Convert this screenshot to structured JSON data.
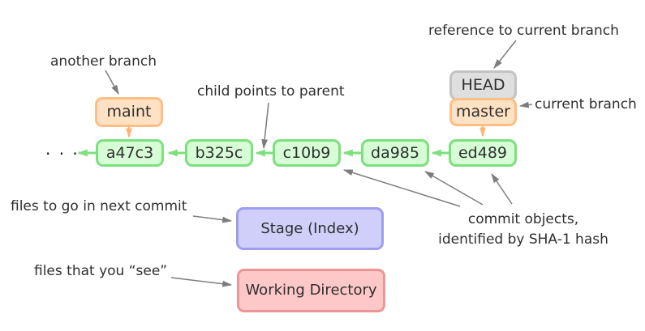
{
  "diagram": {
    "title_hint": "git commit history diagram",
    "ellipsis": "· · ·",
    "commits": [
      {
        "id": "a47c3"
      },
      {
        "id": "b325c"
      },
      {
        "id": "c10b9"
      },
      {
        "id": "da985"
      },
      {
        "id": "ed489"
      }
    ],
    "refs": {
      "maint": "maint",
      "head": "HEAD",
      "master": "master"
    },
    "areas": {
      "stage": "Stage (Index)",
      "working": "Working Directory"
    },
    "annotations": {
      "another_branch": "another branch",
      "child_points_to_parent": "child points to parent",
      "reference_to_current_branch": "reference to current branch",
      "current_branch": "current branch",
      "commit_objects_line1": "commit objects,",
      "commit_objects_line2": "identified by SHA-1 hash",
      "files_to_go_in_next_commit": "files to go in next commit",
      "files_that_you_see": "files that you “see”"
    },
    "colors": {
      "commit_border": "#7ce07c",
      "commit_fill": "#d7fdd7",
      "branch_border": "#ffbe85",
      "branch_fill": "#ffe2c3",
      "head_border": "#c3c3c3",
      "head_fill": "#dfdfdf",
      "stage_border": "#9e9eee",
      "stage_fill": "#cfcffa",
      "working_border": "#ef9494",
      "working_fill": "#fec8c8",
      "annotation_arrow": "#7d7d7d",
      "text": "#2e2e2e"
    }
  }
}
